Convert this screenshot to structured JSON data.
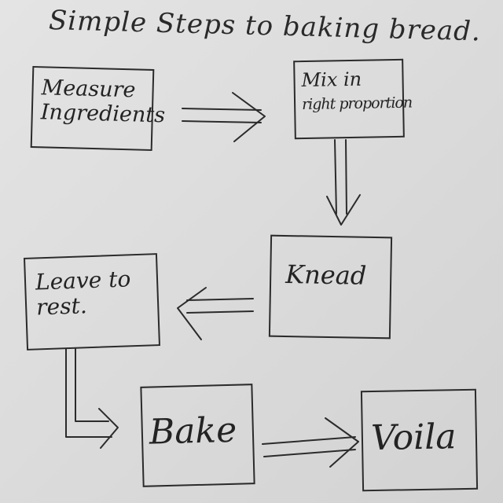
{
  "title": "Simple Steps to baking bread.",
  "steps": {
    "measure": {
      "line1": "Measure",
      "line2": "Ingredients"
    },
    "mix": {
      "line1": "Mix in",
      "line2": "right proportion"
    },
    "knead": {
      "label": "Knead"
    },
    "rest": {
      "line1": "Leave to",
      "line2": "rest."
    },
    "bake": {
      "label": "Bake"
    },
    "voila": {
      "label": "Voila"
    }
  },
  "colors": {
    "ink": "#2b2b2b",
    "paper": "#dedede"
  }
}
